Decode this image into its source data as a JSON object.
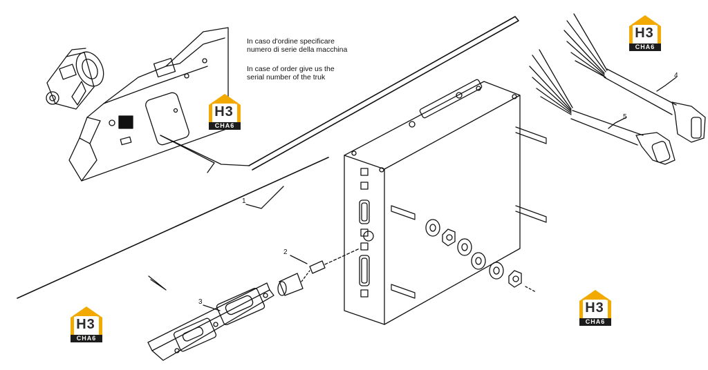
{
  "notes": {
    "italian_line1": "In caso d'ordine specificare",
    "italian_line2": "numero di serie della macchina",
    "english_line1": "In case of order give us the",
    "english_line2": "serial  number of the truk"
  },
  "callouts": [
    "1",
    "2",
    "3",
    "4",
    "5"
  ],
  "watermark": {
    "code": "H3",
    "tag": "CHA6",
    "colors": {
      "roof": "#f2a900",
      "box": "#1c1c1c",
      "tag_text": "#ffffff"
    }
  }
}
